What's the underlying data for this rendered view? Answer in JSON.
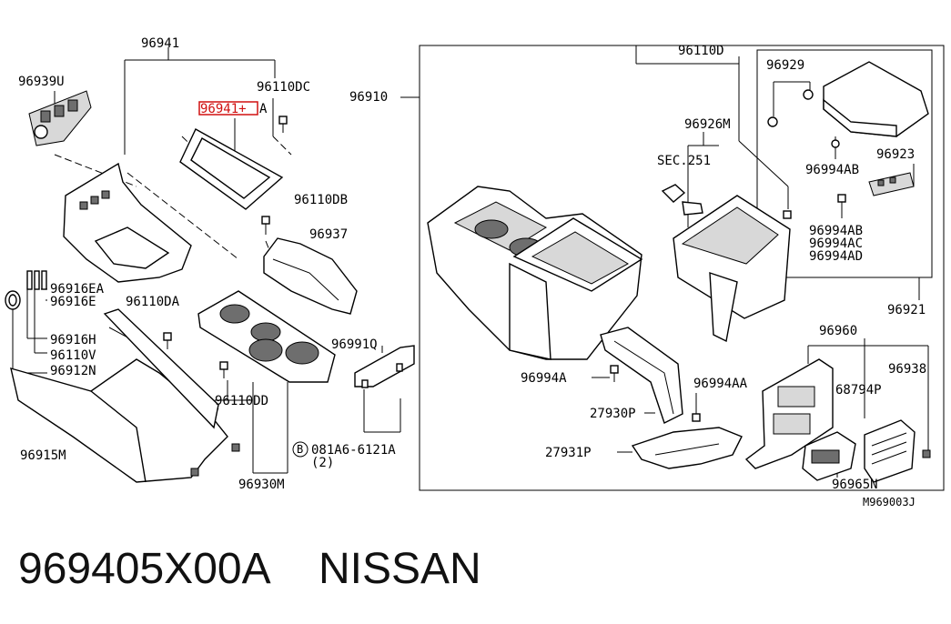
{
  "labels": {
    "p96941": "96941",
    "p96939U": "96939U",
    "p96110DC": "96110DC",
    "p96941A_main": "96941+",
    "p96941A_suffix": "A",
    "p96110DB": "96110DB",
    "p96937": "96937",
    "p96916EA": "96916EA",
    "p96916E": "96916E",
    "p96110DA": "96110DA",
    "p96916H": "96916H",
    "p96110V": "96110V",
    "p96912N": "96912N",
    "p96915M": "96915M",
    "p96991Q": "96991Q",
    "p96110DD": "96110DD",
    "p081A6": "081A6-6121A",
    "p081A6_qty": "(2)",
    "p081A6_circle": "B",
    "p96930M": "96930M",
    "p96910": "96910",
    "p96110D": "96110D",
    "p96929": "96929",
    "p96926M": "96926M",
    "pSEC251": "SEC.251",
    "p96994AB_1": "96994AB",
    "p96923": "96923",
    "p96994AB_2": "96994AB",
    "p96994AC": "96994AC",
    "p96994AD": "96994AD",
    "p96921": "96921",
    "p96960": "96960",
    "p96938": "96938",
    "p68794P": "68794P",
    "p96994A": "96994A",
    "p96994AA": "96994AA",
    "p27930P": "27930P",
    "p27931P": "27931P",
    "p96965N": "96965N",
    "diagramCode": "M969003J"
  },
  "footer": {
    "part_number": "969405X00A",
    "brand": "NISSAN"
  },
  "colors": {
    "highlight": "#d01010",
    "ink": "#000000",
    "background": "#ffffff"
  }
}
